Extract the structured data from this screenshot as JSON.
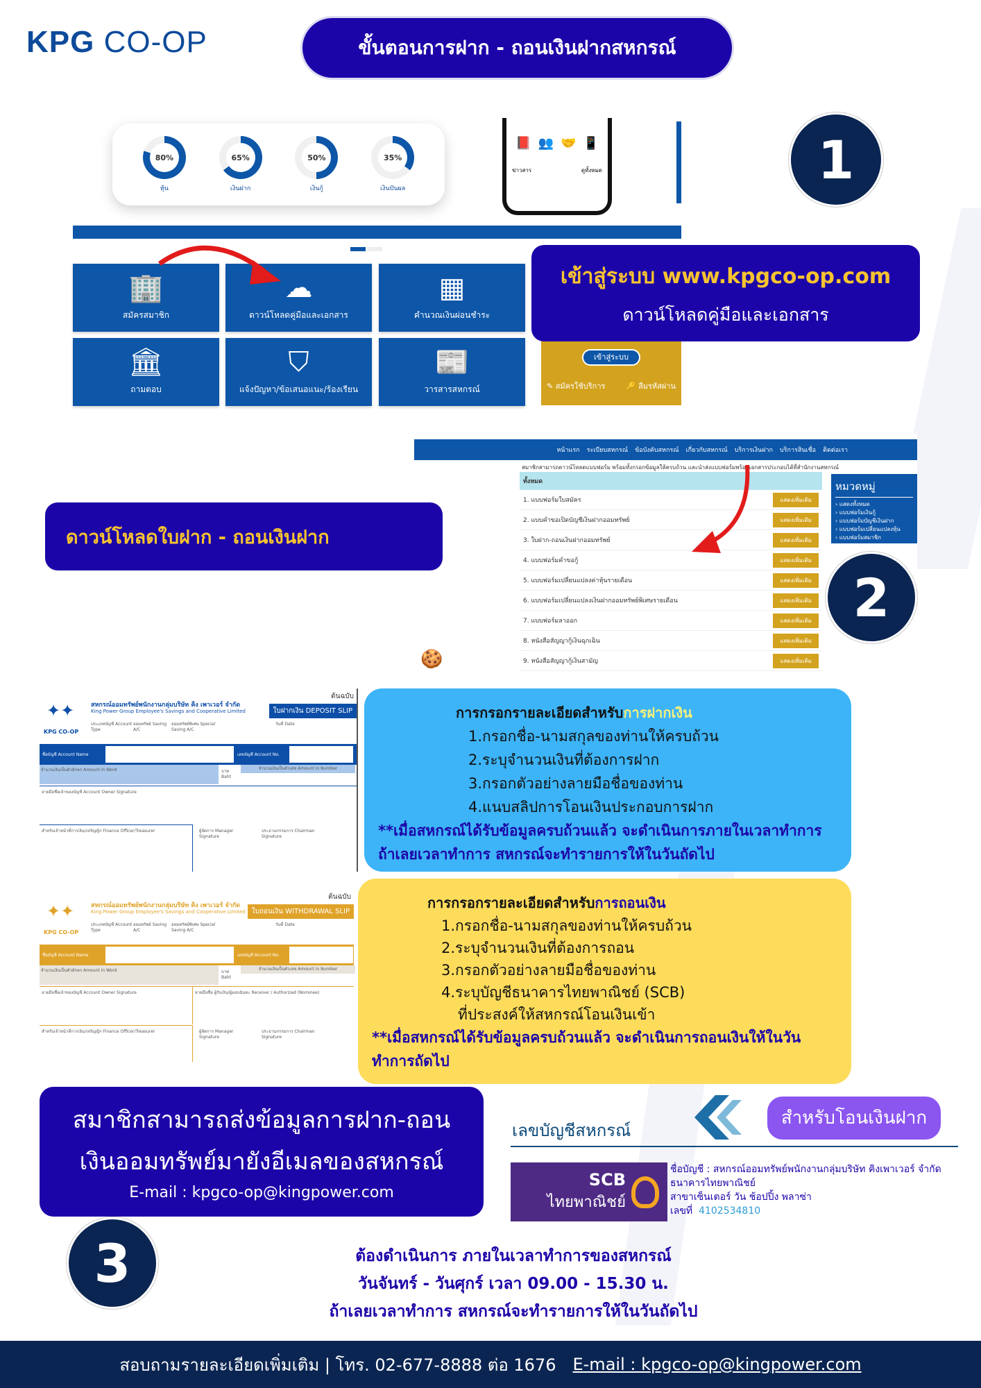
{
  "header": {
    "logo_text": "KPG CO-OP",
    "title": "ขั้นตอนการฝาก - ถอนเงินฝากสหกรณ์"
  },
  "steps": [
    "1",
    "2",
    "3"
  ],
  "step1": {
    "stats": [
      {
        "value": "80%",
        "label": "หุ้น",
        "fraction": 0.8
      },
      {
        "value": "65%",
        "label": "เงินฝาก",
        "fraction": 0.65
      },
      {
        "value": "50%",
        "label": "เงินกู้",
        "fraction": 0.5
      },
      {
        "value": "35%",
        "label": "เงินปันผล",
        "fraction": 0.35
      }
    ],
    "phone_news": "ข่าวสาร",
    "phone_more": "ดูทั้งหมด",
    "tiles": [
      {
        "label": "สมัครสมาชิก",
        "icon": "building-icon",
        "glyph": "🏢"
      },
      {
        "label": "ดาวน์โหลดคู่มือและเอกสาร",
        "icon": "cloud-download-icon",
        "glyph": "☁"
      },
      {
        "label": "คำนวณเงินผ่อนชำระ",
        "icon": "calculator-icon",
        "glyph": "▦"
      },
      {
        "label": "ถามตอบ",
        "icon": "bank-icon",
        "glyph": "🏛"
      },
      {
        "label": "แจ้งปัญหา/ข้อเสนอแนะ/ร้องเรียน",
        "icon": "shield-icon",
        "glyph": "⛉"
      },
      {
        "label": "วารสารสหกรณ์",
        "icon": "newsletter-icon",
        "glyph": "📰"
      }
    ],
    "login_button": "เข้าสู่ระบบ",
    "register_link": "สมัครใช้บริการ",
    "password_link": "ลืมรหัสผ่าน",
    "callout_line1": "เข้าสู่ระบบ www.kpgco-op.com",
    "callout_line2": "ดาวน์โหลดคู่มือและเอกสาร"
  },
  "step2": {
    "callout": "ดาวน์โหลดใบฝาก - ถอนเงินฝาก",
    "nav": [
      "หน้าแรก",
      "ระเบียบสหกรณ์",
      "ข้อบังคับสหกรณ์",
      "เกี่ยวกับสหกรณ์",
      "บริการเงินฝาก",
      "บริการสินเชื่อ",
      "ติดต่อเรา"
    ],
    "intro": "สมาชิกสามารถดาวน์โหลดแบบฟอร์ม พร้อมทั้งกรอกข้อมูลให้ครบถ้วน และนำส่งแบบฟอร์มพร้อมเอกสารประกอบได้ที่สำนักงานสหกรณ์",
    "list_header": "ทั้งหมด",
    "forms": [
      "1. แบบฟอร์มใบสมัคร",
      "2. แบบคำขอเปิดบัญชีเงินฝากออมทรัพย์",
      "3. ใบฝาก-ถอนเงินฝากออมทรัพย์",
      "4. แบบฟอร์มคำขอกู้",
      "5. แบบฟอร์มเปลี่ยนแปลงค่าหุ้นรายเดือน",
      "6. แบบฟอร์มเปลี่ยนแปลงเงินฝากออมทรัพย์พิเศษรายเดือน",
      "7. แบบฟอร์มลาออก",
      "8. หนังสือสัญญากู้เงินฉุกเฉิน",
      "9. หนังสือสัญญากู้เงินสามัญ"
    ],
    "more_button": "แสดงเพิ่มเติม",
    "category_title": "หมวดหมู่",
    "categories": [
      "แสดงทั้งหมด",
      "แบบฟอร์มเงินกู้",
      "แบบฟอร์มบัญชีเงินฝาก",
      "แบบฟอร์มเปลี่ยนแปลงหุ้น",
      "แบบฟอร์มสมาชิก"
    ]
  },
  "slips": {
    "copy_label": "ต้นฉบับ",
    "org_th": "สหกรณ์ออมทรัพย์พนักงานกลุ่มบริษัท คิง เพาเวอร์ จำกัด",
    "org_en": "King Power Group Employee's Savings and Cooperative Limited",
    "account_type": "ประเภทบัญชี Account Type",
    "saving": "ออมทรัพย์ Saving A/C",
    "special": "ออมทรัพย์พิเศษ Special Saving A/C",
    "date": "วันที่ Date",
    "account_name": "ชื่อบัญชี Account Name",
    "account_no": "เลขบัญชี Account No.",
    "amount_word": "จำนวนเงินเป็นตัวอักษร Amount in Word",
    "baht": "บาท Baht",
    "amount_number": "จำนวนเงินเป็นตัวเลข Amount in Number",
    "owner_sig": "ลายมือชื่อเจ้าของบัญชี Account Owner Signature",
    "receiver_sig": "ลายมือชื่อ ผู้รับเงิน/ผู้มอบฉันทะ Receiver / Authorized (Nominee)",
    "finance": "สำหรับเจ้าหน้าที่การเงิน/เหรัญญิก Finance Officer/Treasurer",
    "manager": "ผู้จัดการ Manager Signature",
    "chairman": "ประธานกรรมการ Chairman Signature",
    "deposit_title": "ใบฝากเงิน  DEPOSIT SLIP",
    "withdraw_title": "ใบถอนเงิน  WITHDRAWAL SLIP",
    "mini_logo": "KPG CO-OP"
  },
  "deposit_info": {
    "heading": "การกรอกรายละเอียดสำหรับ",
    "heading_hl": "การฝากเงิน",
    "items": [
      "1.กรอกชื่อ-นามสกุลของท่านให้ครบถ้วน",
      "2.ระบุจำนวนเงินที่ต้องการฝาก",
      "3.กรอกตัวอย่างลายมือชื่อของท่าน",
      "4.แนบสลิปการโอนเงินประกอบการฝาก"
    ],
    "note": "**เมื่อสหกรณ์ได้รับข้อมูลครบถ้วนแล้ว จะดำเนินการภายในเวลาทำการถ้าเลยเวลาทำการ สหกรณ์จะทำรายการให้ในวันถัดไป"
  },
  "withdraw_info": {
    "heading": "การกรอกรายละเอียดสำหรับ",
    "heading_hl": "การถอนเงิน",
    "items": [
      "1.กรอกชื่อ-นามสกุลของท่านให้ครบถ้วน",
      "2.ระบุจำนวนเงินที่ต้องการถอน",
      "3.กรอกตัวอย่างลายมือชื่อของท่าน",
      "4.ระบุบัญชีธนาคารไทยพาณิชย์ (SCB)",
      "ที่ประสงค์ให้สหกรณ์โอนเงินเข้า"
    ],
    "note": "**เมื่อสหกรณ์ได้รับข้อมูลครบถ้วนแล้ว จะดำเนินการถอนเงินให้ในวันทำการถัดไป"
  },
  "step3": {
    "line1": "สมาชิกสามารถส่งข้อมูลการฝาก-ถอน",
    "line2": "เงินออมทรัพย์มายังอีเมลของสหกรณ์",
    "email": "E-mail : kpgco-op@kingpower.com",
    "hours": [
      "ต้องดำเนินการ ภายในเวลาทำการของสหกรณ์",
      "วันจันทร์ - วันศุกร์  เวลา 09.00 - 15.30 น.",
      "ถ้าเลยเวลาทำการ สหกรณ์จะทำรายการให้ในวันถัดไป"
    ]
  },
  "bank": {
    "section_title": "เลขบัญชีสหกรณ์",
    "badge": "สำหรับโอนเงินฝาก",
    "logo_en": "SCB",
    "logo_th": "ไทยพาณิชย์",
    "account_name": "ชื่อบัญชี : สหกรณ์ออมทรัพย์พนักงานกลุ่มบริษัท คิงเพาเวอร์ จำกัด",
    "bank_name": "ธนาคารไทยพาณิชย์",
    "branch": "สาขาเซ็นเตอร์ วัน ช้อปปิ้ง พลาซ่า",
    "number_label": "เลขที่",
    "number": "4102534810"
  },
  "footer": {
    "contact": "สอบถามรายละเอียดเพิ่มเติม | โทร. 02-677-8888 ต่อ 1676",
    "email": "E-mail : kpgco-op@kingpower.com"
  },
  "colors": {
    "navy": "#0b2552",
    "indigo": "#1c05a8",
    "blue": "#0d56a8",
    "sky": "#3db4f7",
    "yellow": "#fddc5c",
    "gold": "#d3a21e",
    "purple": "#8b55f0",
    "scb": "#4e2a84"
  }
}
